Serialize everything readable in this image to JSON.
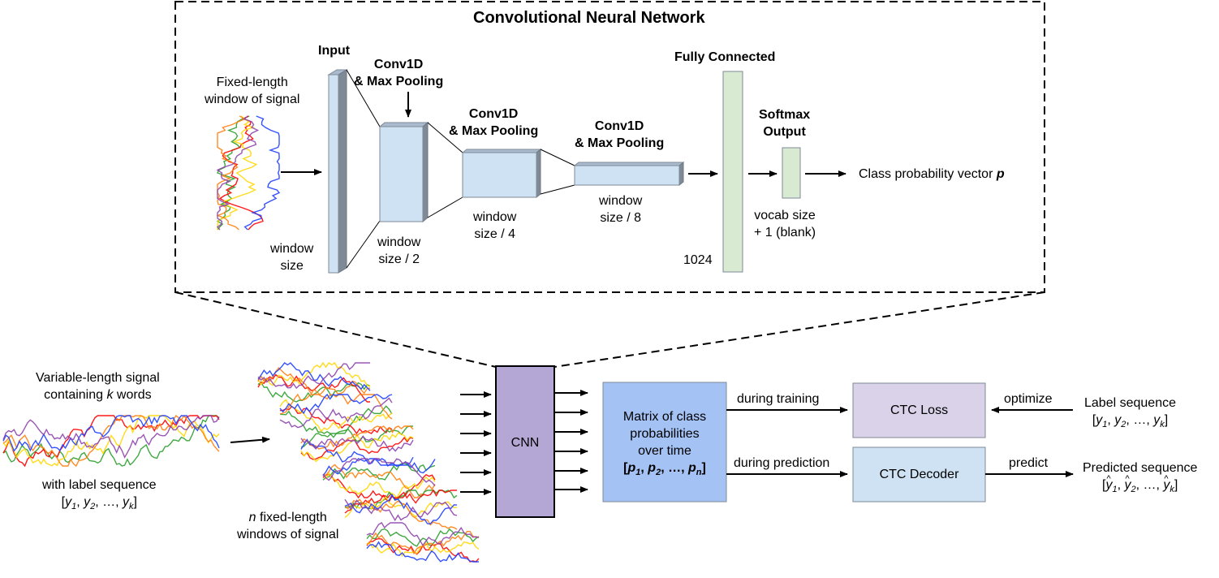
{
  "cnn_panel": {
    "title": "Convolutional Neural Network",
    "signal_caption": [
      "Fixed-length",
      "window of signal"
    ],
    "input": {
      "label": "Input",
      "size": [
        "window",
        "size"
      ]
    },
    "conv1": {
      "label": [
        "Conv1D",
        "& Max Pooling"
      ],
      "size": [
        "window",
        "size / 2"
      ]
    },
    "conv2": {
      "label": [
        "Conv1D",
        "& Max Pooling"
      ],
      "size": [
        "window",
        "size / 4"
      ]
    },
    "conv3": {
      "label": [
        "Conv1D",
        "& Max Pooling"
      ],
      "size": [
        "window",
        "size / 8"
      ]
    },
    "fc": {
      "label": "Fully Connected",
      "size": "1024"
    },
    "softmax": {
      "label": [
        "Softmax",
        "Output"
      ],
      "size": [
        "vocab size",
        "+ 1 (blank)"
      ]
    },
    "output_prefix": "Class probability vector ",
    "output_var": "p"
  },
  "pipeline": {
    "input_caption": [
      "Variable-length signal",
      "containing ",
      "k",
      " words"
    ],
    "label_caption": "with label sequence",
    "label_seq": {
      "open": "[",
      "y": "y",
      "i1": "1",
      "i2": "2",
      "ik": "k",
      "sep": ", ",
      "dots": "…",
      "close": "]"
    },
    "windows_caption": [
      "n",
      " fixed-length",
      "windows of signal"
    ],
    "cnn_label": "CNN",
    "matrix_label": [
      "Matrix of class",
      "probabilities",
      "over time"
    ],
    "matrix_seq": {
      "p": "p",
      "i1": "1",
      "i2": "2",
      "in": "n",
      "dots": "…"
    },
    "during_training": "during training",
    "during_prediction": "during prediction",
    "ctc_loss": "CTC Loss",
    "ctc_decoder": "CTC Decoder",
    "optimize": "optimize",
    "predict": "predict",
    "label_sequence_title": "Label sequence",
    "predicted_sequence_title": "Predicted sequence"
  },
  "colors": {
    "layer_fill": "#cfe2f3",
    "layer_edge": "#7f8a97",
    "fc_fill": "#d9ead3",
    "cnn_fill": "#b4a7d6",
    "matrix_fill": "#a4c2f4",
    "loss_fill": "#d9d2e9",
    "decoder_fill": "#cfe2f3",
    "signal_colors": [
      "#2ca02c",
      "#ff0000",
      "#ffd700",
      "#ff7f0e",
      "#1f3fff",
      "#8e44ad"
    ]
  }
}
